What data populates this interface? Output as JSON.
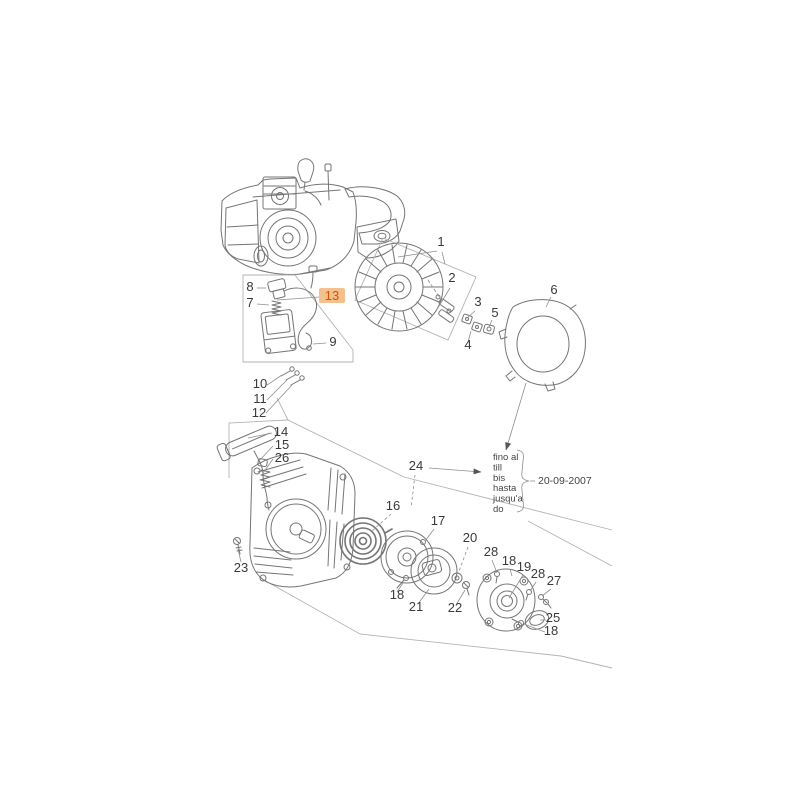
{
  "diagram": {
    "type": "exploded-parts-diagram",
    "palette": {
      "line": "#757575",
      "group_box": "#b3b3b3",
      "leader": "#8f8f8f"
    },
    "highlight": {
      "number": "13",
      "bg_color": "#f5c08c",
      "text_color": "#d4550a"
    },
    "callouts": {
      "n1": "1",
      "n2": "2",
      "n3": "3",
      "n4": "4",
      "n5": "5",
      "n6": "6",
      "n7": "7",
      "n8": "8",
      "n9": "9",
      "n10": "10",
      "n11": "11",
      "n12": "12",
      "n13": "13",
      "n14": "14",
      "n15": "15",
      "n16": "16",
      "n17": "17",
      "n18": "18",
      "n19": "19",
      "n20": "20",
      "n21": "21",
      "n22": "22",
      "n23": "23",
      "n24": "24",
      "n25": "25",
      "n26": "26",
      "n27": "27",
      "n28": "28"
    },
    "validity_note": {
      "lines": [
        "fino al",
        "till",
        "bis",
        "hasta",
        "jusqu'a",
        "do"
      ],
      "date": "20-09-2007"
    }
  }
}
